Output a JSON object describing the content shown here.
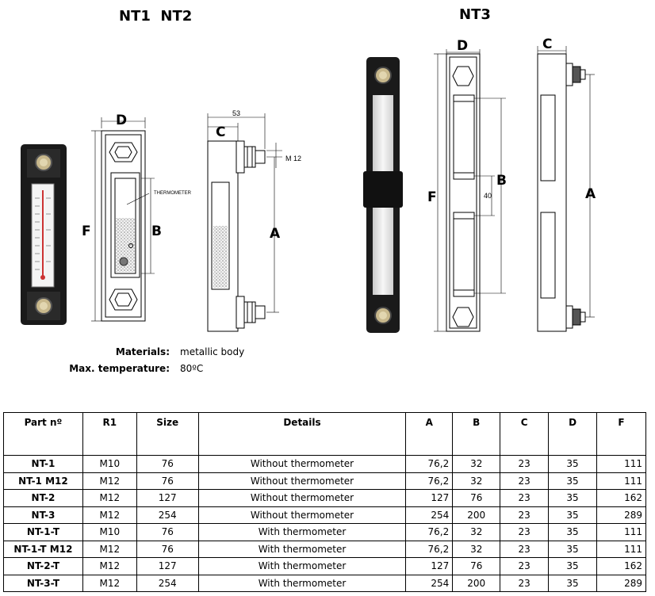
{
  "titles": {
    "left": "NT1  NT2",
    "right": "NT3"
  },
  "labels": {
    "D": "D",
    "C": "C",
    "F": "F",
    "B": "B",
    "A": "A",
    "width53": "53",
    "m12": "M 12",
    "thermometer": "THERMOMETER",
    "forty": "40"
  },
  "specs": [
    {
      "label": "Materials:",
      "value": "metallic body"
    },
    {
      "label": "Max. temperature:",
      "value": "80ºC"
    }
  ],
  "table": {
    "headers": [
      "Part nº",
      "R1",
      "Size",
      "Details",
      "A",
      "B",
      "C",
      "D",
      "F"
    ],
    "rows": [
      [
        "NT-1",
        "M10",
        "76",
        "Without thermometer",
        "76,2",
        "32",
        "23",
        "35",
        "111"
      ],
      [
        "NT-1 M12",
        "M12",
        "76",
        "Without thermometer",
        "76,2",
        "32",
        "23",
        "35",
        "111"
      ],
      [
        "NT-2",
        "M12",
        "127",
        "Without thermometer",
        "127",
        "76",
        "23",
        "35",
        "162"
      ],
      [
        "NT-3",
        "M12",
        "254",
        "Without thermometer",
        "254",
        "200",
        "23",
        "35",
        "289"
      ],
      [
        "NT-1-T",
        "M10",
        "76",
        "With thermometer",
        "76,2",
        "32",
        "23",
        "35",
        "111"
      ],
      [
        "NT-1-T M12",
        "M12",
        "76",
        "With thermometer",
        "76,2",
        "32",
        "23",
        "35",
        "111"
      ],
      [
        "NT-2-T",
        "M12",
        "127",
        "With thermometer",
        "127",
        "76",
        "23",
        "35",
        "162"
      ],
      [
        "NT-3-T",
        "M12",
        "254",
        "With thermometer",
        "254",
        "200",
        "23",
        "35",
        "289"
      ]
    ]
  }
}
